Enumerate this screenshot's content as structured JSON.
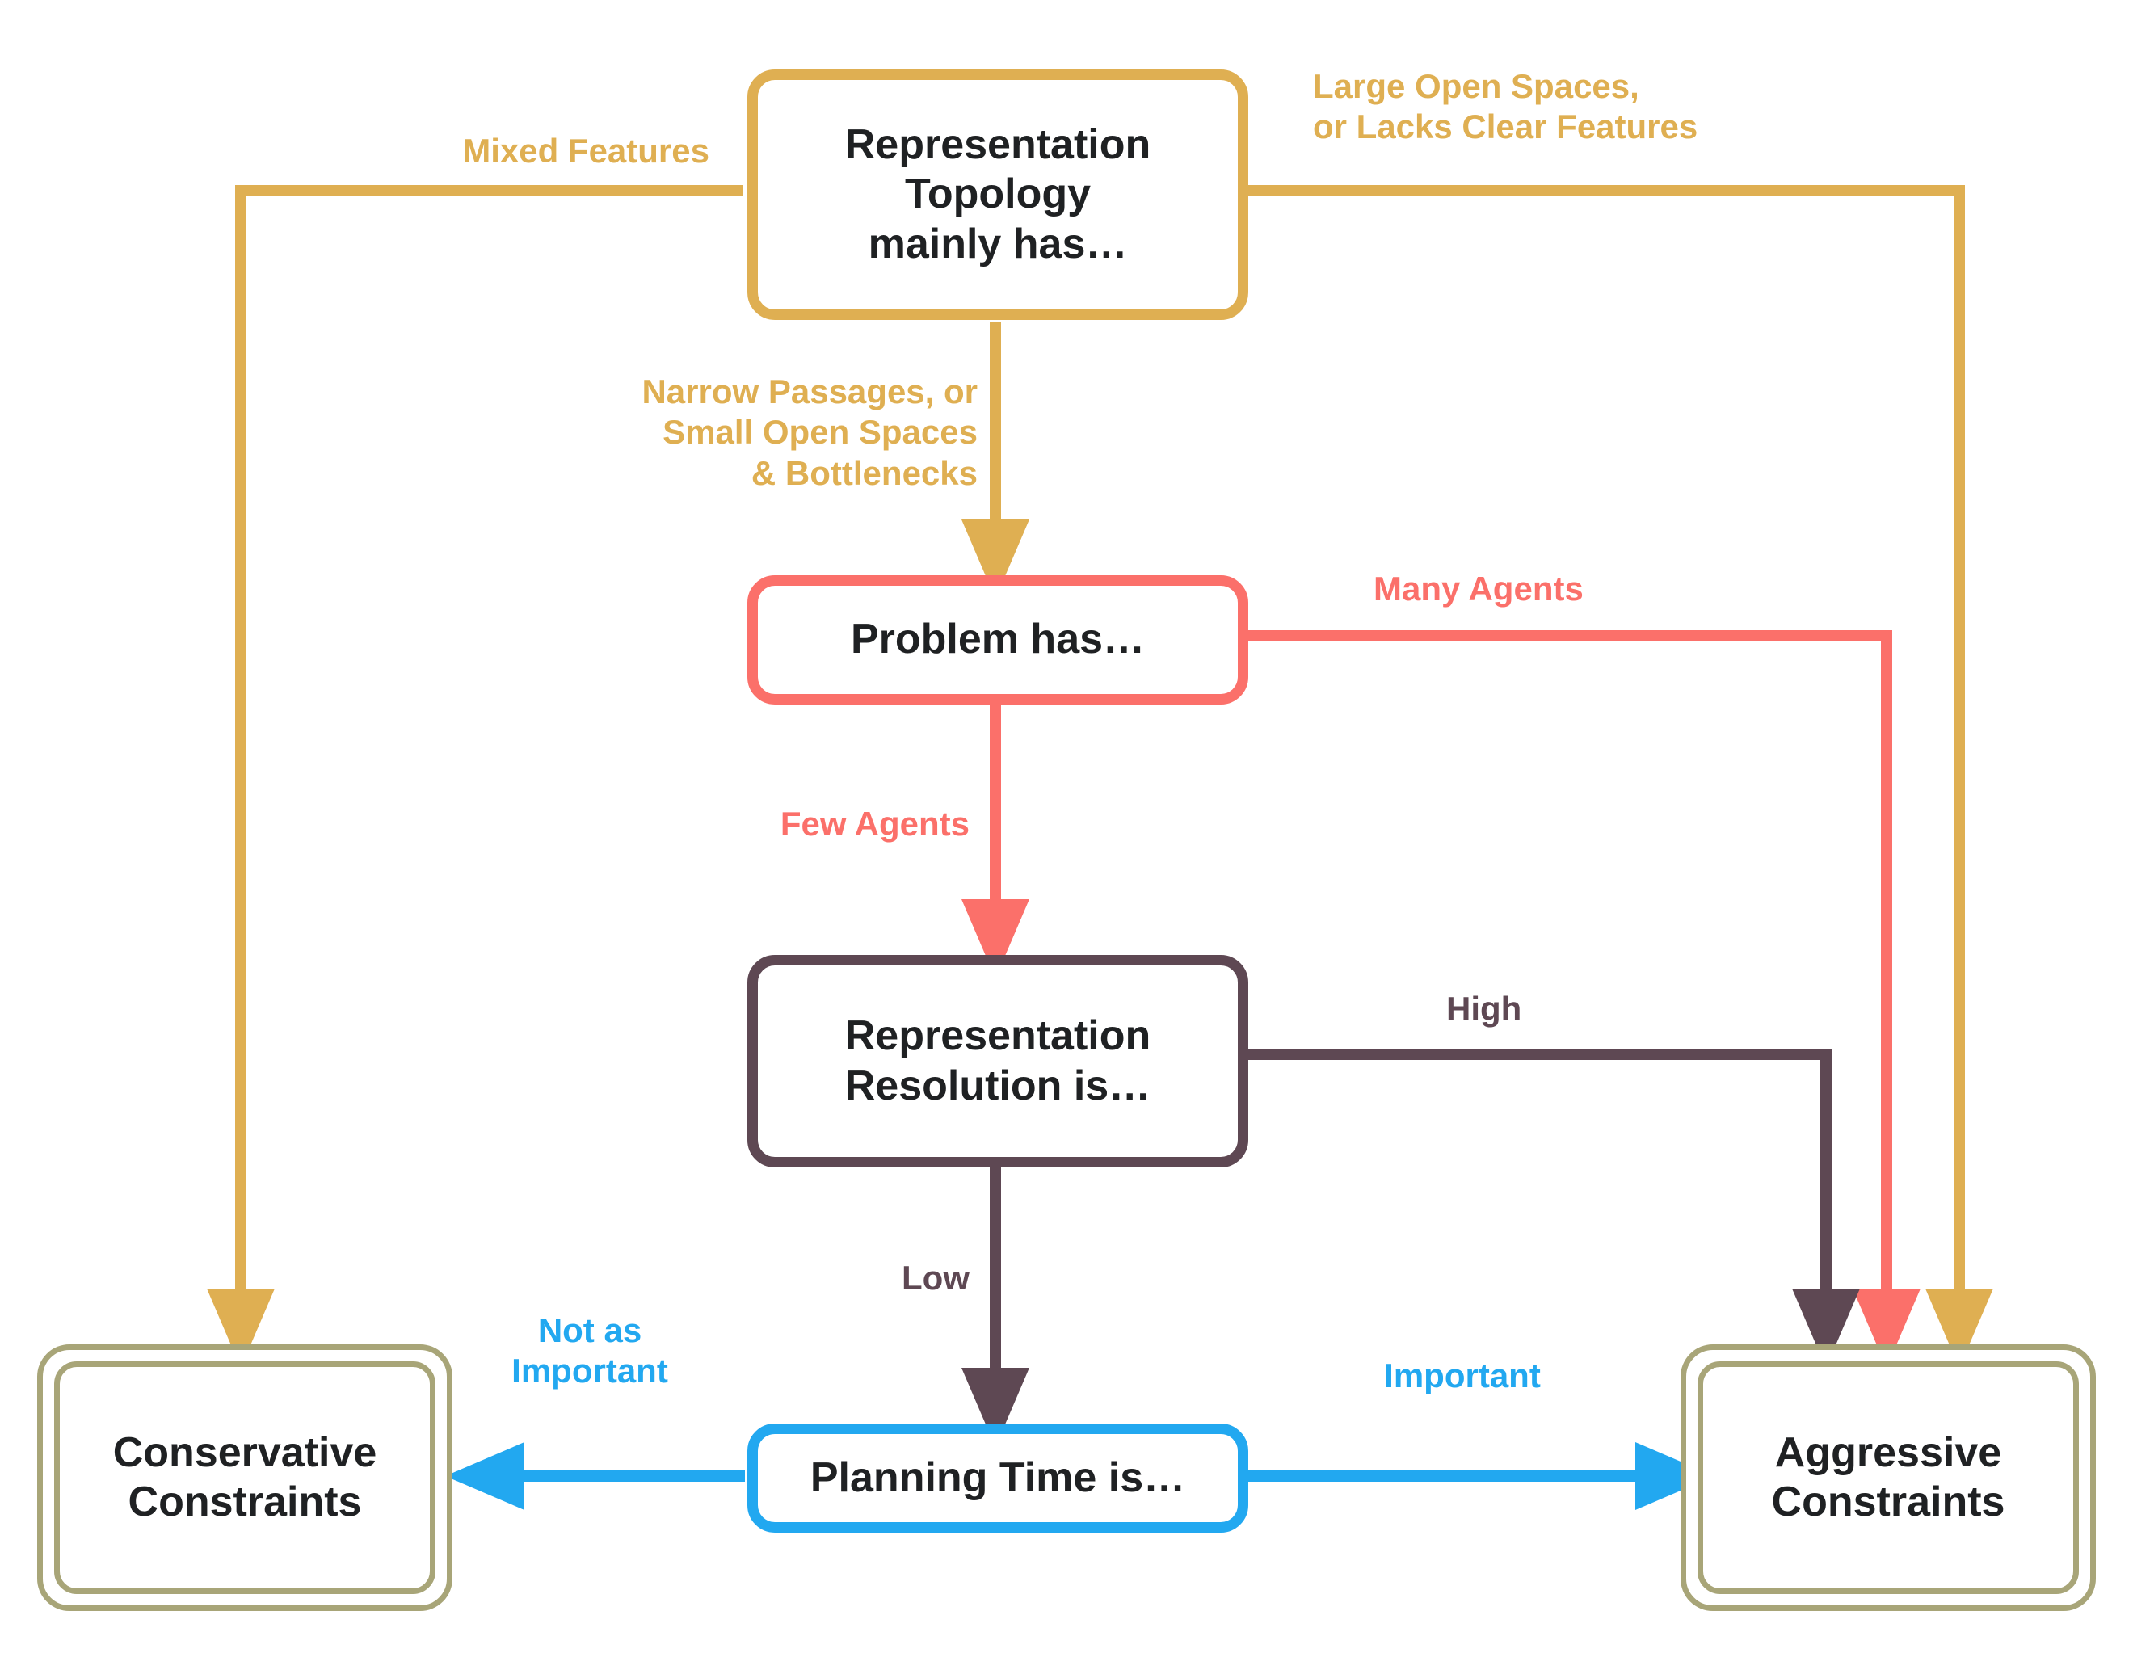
{
  "diagram": {
    "title": "Constraint selection decision flowchart",
    "background": "#ffffff",
    "colors": {
      "topology": "#dfaf52",
      "problem": "#fb706a",
      "resolution": "#5e4853",
      "planning": "#22a8f0",
      "terminal": "#a8a578",
      "node_text": "#1f2123"
    }
  },
  "nodes": {
    "topology": {
      "line1": "Representation",
      "line2": "Topology",
      "line3": "mainly has…"
    },
    "problem": {
      "line1": "Problem has…"
    },
    "resolution": {
      "line1": "Representation",
      "line2": "Resolution is…"
    },
    "planning": {
      "line1": "Planning Time is…"
    },
    "conservative": {
      "line1": "Conservative",
      "line2": "Constraints"
    },
    "aggressive": {
      "line1": "Aggressive",
      "line2": "Constraints"
    }
  },
  "edges": {
    "mixed_features": "Mixed Features",
    "large_open": "Large Open Spaces,\nor Lacks Clear Features",
    "narrow_passages": "Narrow Passages, or\nSmall Open Spaces\n& Bottlenecks",
    "many_agents": "Many Agents",
    "few_agents": "Few Agents",
    "high": "High",
    "low": "Low",
    "not_as_important": "Not as\nImportant",
    "important": "Important"
  }
}
